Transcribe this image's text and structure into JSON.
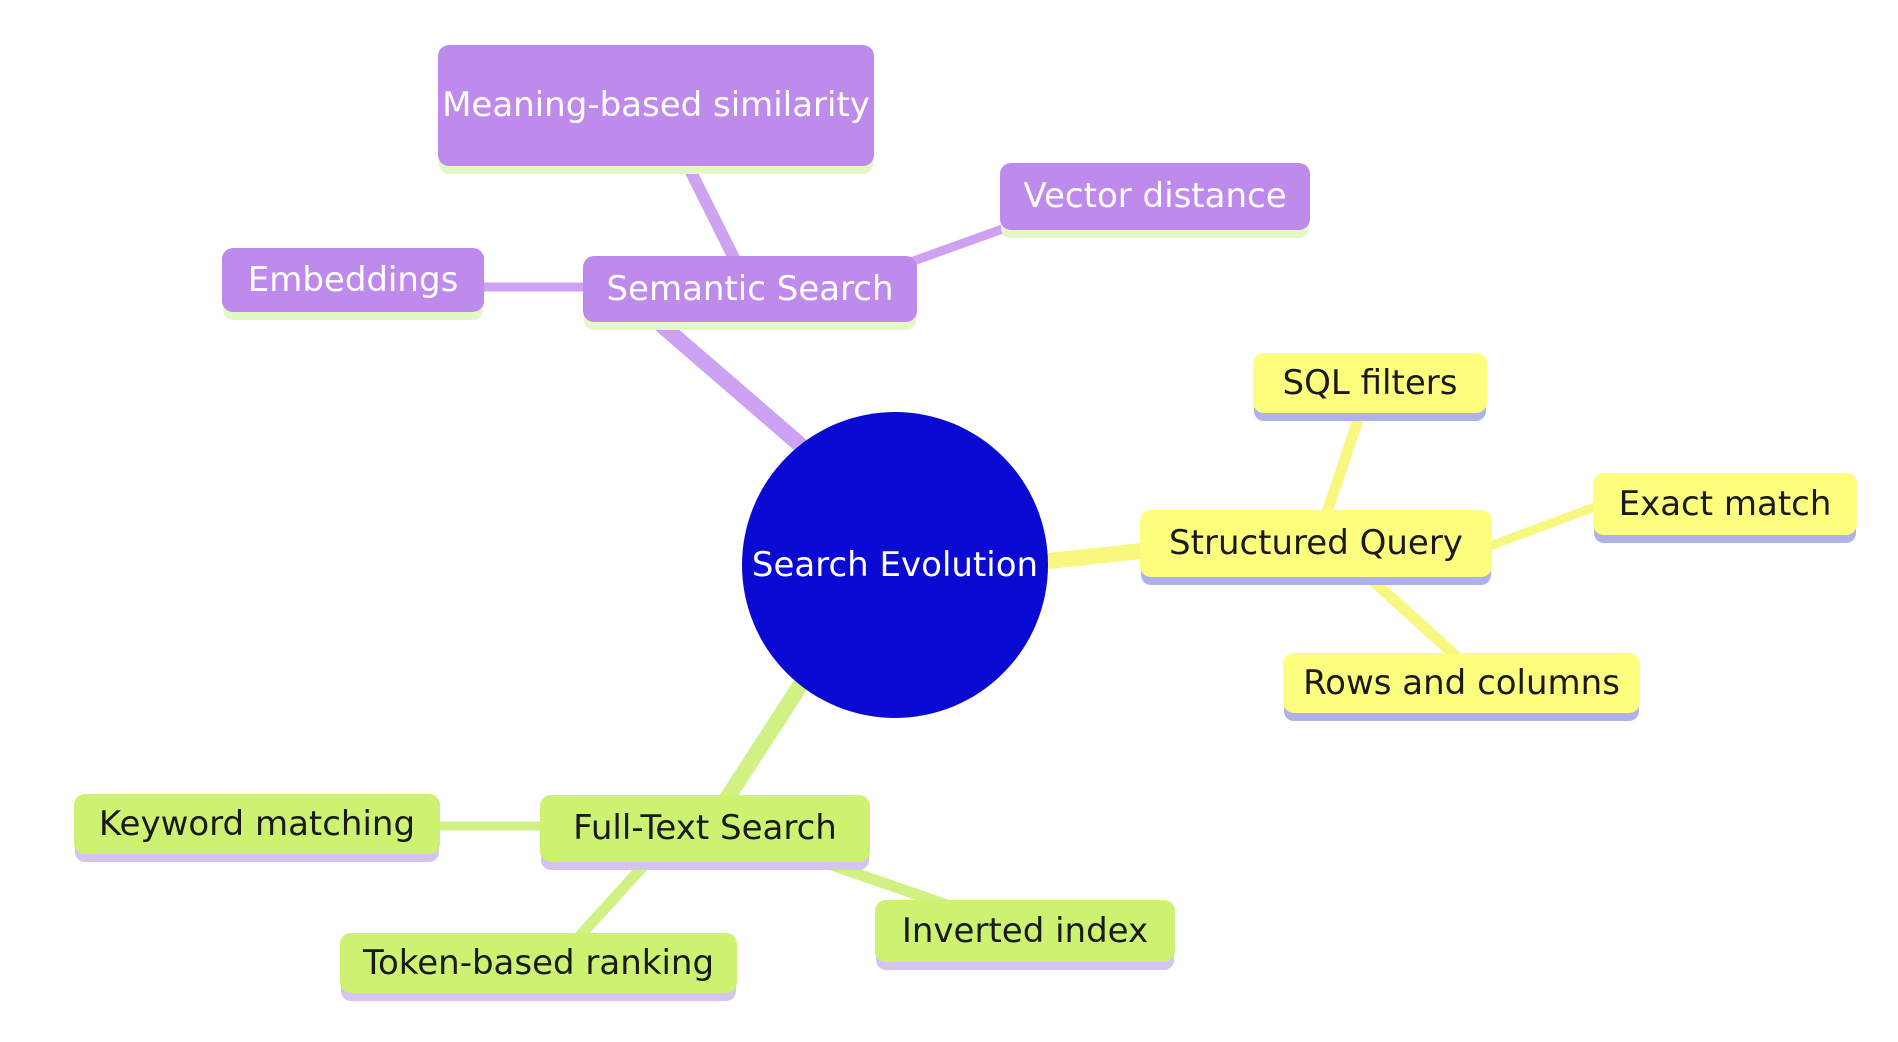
{
  "root": {
    "label": "Search Evolution",
    "color": "#0A0AD2",
    "text_color": "#FFFFFF"
  },
  "branches": [
    {
      "label": "Semantic Search",
      "color": "#BE8BEC",
      "edge_color": "#CDA2F2",
      "shadow_color": "#E4F7C6",
      "text_color": "#FFFFFF",
      "children": [
        {
          "label": "Meaning-based similarity"
        },
        {
          "label": "Embeddings"
        },
        {
          "label": "Vector distance"
        }
      ]
    },
    {
      "label": "Structured Query",
      "color": "#FDFD7E",
      "edge_color": "#F8F880",
      "shadow_color": "#AFB2E8",
      "text_color": "#1A1A1A",
      "children": [
        {
          "label": "SQL filters"
        },
        {
          "label": "Exact match"
        },
        {
          "label": "Rows and columns"
        }
      ]
    },
    {
      "label": "Full-Text Search",
      "color": "#CDF272",
      "edge_color": "#D2F185",
      "shadow_color": "#D5C4F0",
      "text_color": "#1A1A1A",
      "children": [
        {
          "label": "Keyword matching"
        },
        {
          "label": "Token-based ranking"
        },
        {
          "label": "Inverted index"
        }
      ]
    }
  ]
}
